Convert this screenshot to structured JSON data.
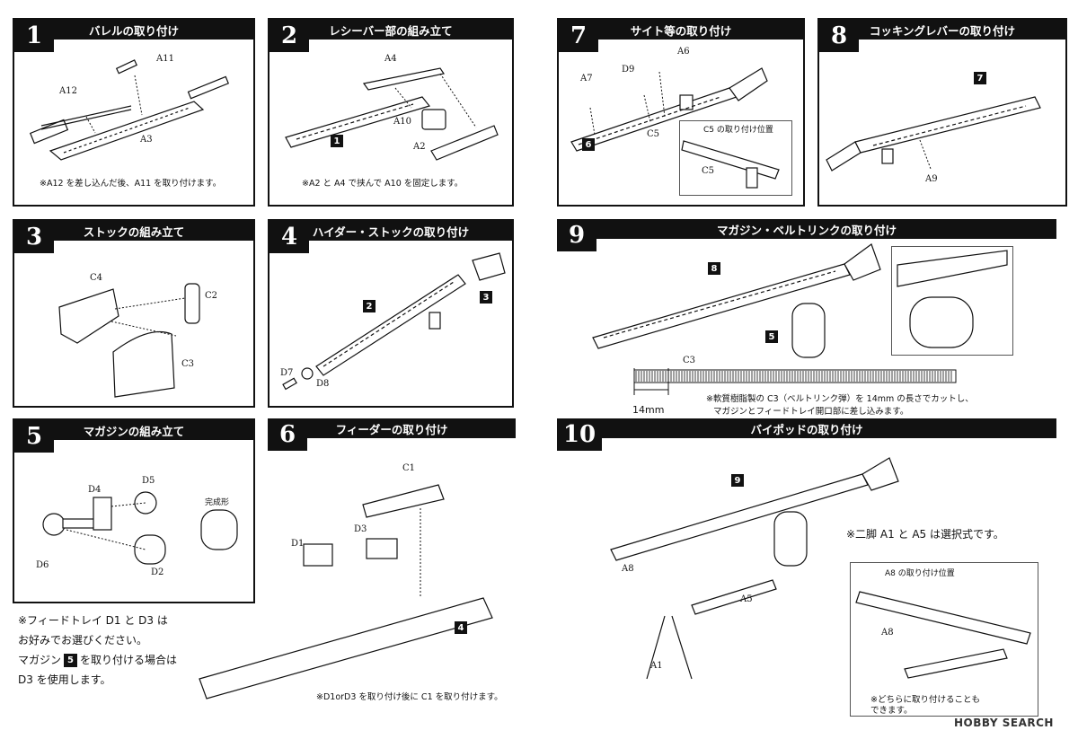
{
  "steps": [
    {
      "num": "1",
      "title": "バレルの取り付け",
      "note": "※A12 を差し込んだ後、A11 を取り付けます。",
      "labels": [
        "A11",
        "A12",
        "A3"
      ]
    },
    {
      "num": "2",
      "title": "レシーバー部の組み立て",
      "note": "※A2 と A4 で挟んで A10 を固定します。",
      "labels": [
        "A4",
        "A10",
        "A2"
      ],
      "chips": [
        "1"
      ]
    },
    {
      "num": "7",
      "title": "サイト等の取り付け",
      "labels": [
        "A6",
        "D9",
        "A7",
        "C5"
      ],
      "chips": [
        "6"
      ],
      "inset_title": "C5 の取り付け位置",
      "inset_label": "C5"
    },
    {
      "num": "8",
      "title": "コッキングレバーの取り付け",
      "labels": [
        "A9"
      ],
      "chips": [
        "7"
      ]
    },
    {
      "num": "3",
      "title": "ストックの組み立て",
      "labels": [
        "C4",
        "C2",
        "C3"
      ]
    },
    {
      "num": "4",
      "title": "ハイダー・ストックの取り付け",
      "labels": [
        "D7",
        "D8"
      ],
      "chips": [
        "2",
        "3"
      ]
    },
    {
      "num": "9",
      "title": "マガジン・ベルトリンクの取り付け",
      "labels": [
        "C3"
      ],
      "chips": [
        "8",
        "5"
      ],
      "measure": "14mm",
      "note_lines": [
        "※軟質樹脂製の C3（ベルトリンク弾）を 14mm の長さでカットし、",
        "マガジンとフィードトレイ開口部に差し込みます。"
      ]
    },
    {
      "num": "5",
      "title": "マガジンの組み立て",
      "labels": [
        "D4",
        "D5",
        "D6",
        "D2"
      ],
      "finished": "完成形"
    },
    {
      "num": "6",
      "title": "フィーダーの取り付け",
      "labels": [
        "C1",
        "D3",
        "D1"
      ],
      "chips": [
        "4"
      ],
      "note": "※D1orD3 を取り付け後に C1 を取り付けます。"
    },
    {
      "num": "10",
      "title": "バイポッドの取り付け",
      "labels": [
        "A8",
        "A5",
        "A1"
      ],
      "chips": [
        "9"
      ],
      "side_note": "※二脚 A1 と A5 は選択式です。",
      "inset_title": "A8 の取り付け位置",
      "inset_label": "A8",
      "inset_note": [
        "※どちらに取り付けることも",
        "できます。"
      ]
    }
  ],
  "feed_note": {
    "line1": "※フィードトレイ D1 と D3 は",
    "line2": "お好みでお選びください。",
    "line3_pre": "マガジン",
    "line3_chip": "5",
    "line3_post": "を取り付ける場合は",
    "line4": "D3 を使用します。"
  },
  "watermark": "HOBBY SEARCH"
}
